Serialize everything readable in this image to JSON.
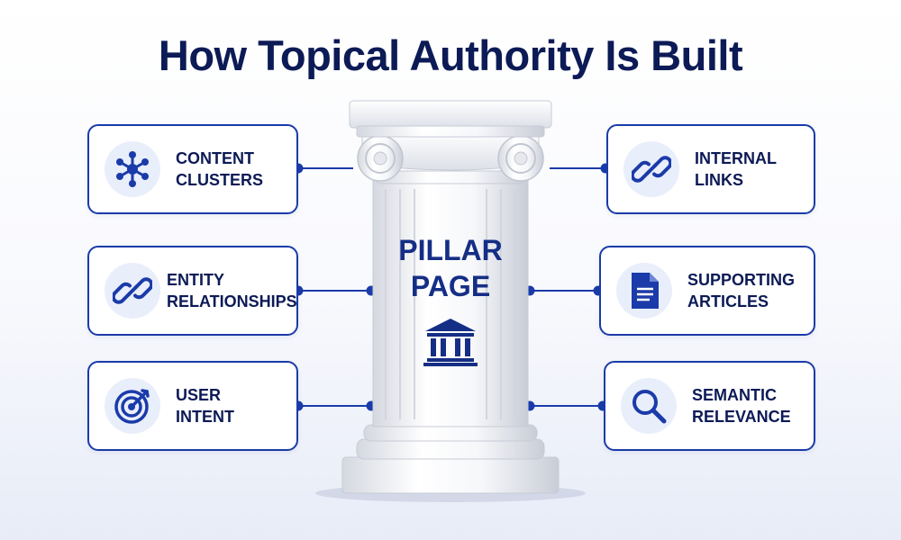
{
  "title": "How Topical Authority Is Built",
  "pillar": {
    "line1": "PILLAR",
    "line2": "PAGE",
    "icon": "bank-building-icon"
  },
  "cards": [
    {
      "id": "content-clusters",
      "line1": "CONTENT",
      "line2": "CLUSTERS",
      "icon": "network-nodes-icon"
    },
    {
      "id": "entity-relationships",
      "line1": "ENTITY",
      "line2": "RELATIONSHIPS",
      "icon": "chain-link-icon"
    },
    {
      "id": "user-intent",
      "line1": "USER",
      "line2": "INTENT",
      "icon": "target-icon"
    },
    {
      "id": "internal-links",
      "line1": "INTERNAL",
      "line2": "LINKS",
      "icon": "chain-link-icon"
    },
    {
      "id": "supporting-articles",
      "line1": "SUPPORTING",
      "line2": "ARTICLES",
      "icon": "document-icon"
    },
    {
      "id": "semantic-relevance",
      "line1": "SEMANTIC",
      "line2": "RELEVANCE",
      "icon": "magnifier-icon"
    }
  ],
  "colors": {
    "navy": "#0c1a56",
    "accent": "#1a3ba9",
    "icon_bg": "#e9eefb"
  }
}
